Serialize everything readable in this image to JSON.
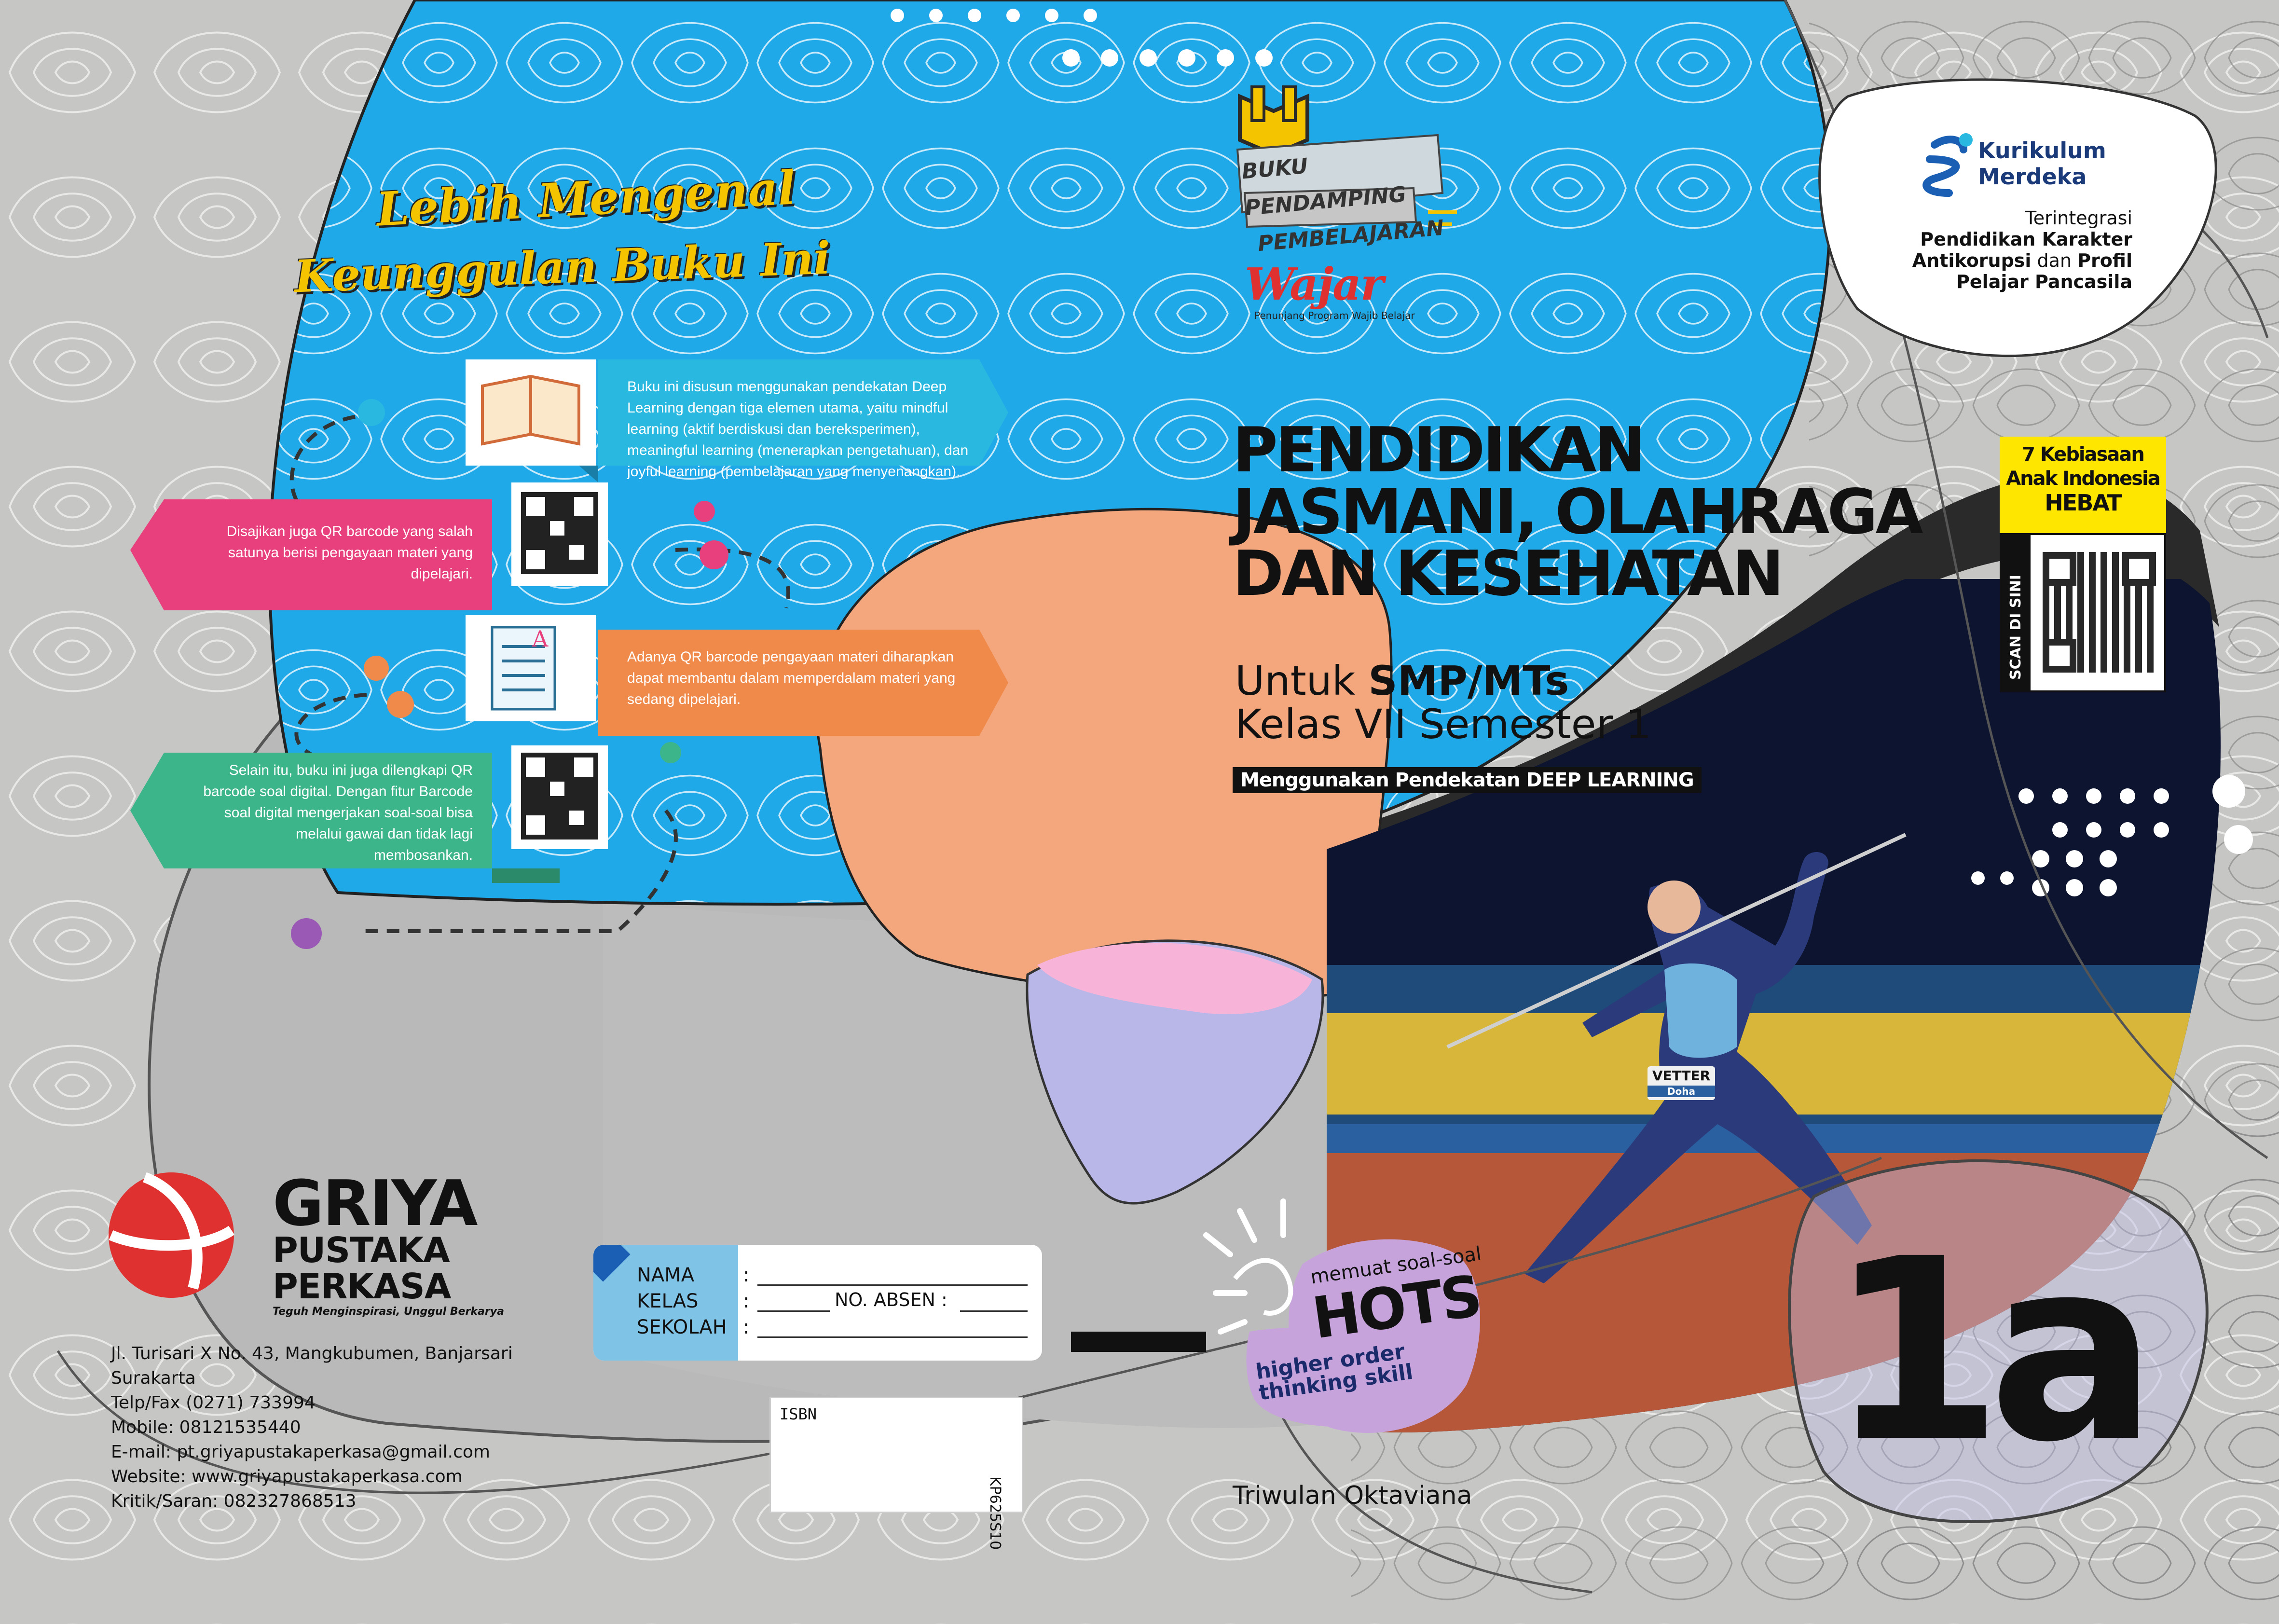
{
  "cover": {
    "script_title_line1": "Lebih Mengenal",
    "script_title_line2": "Keunggulan Buku Ini",
    "features": [
      {
        "text": "Buku ini disusun menggunakan pendekatan Deep Learning dengan tiga elemen utama, yaitu mindful learning (aktif berdiskusi dan bereksperimen), meaningful learning (menerapkan pengetahuan), dan joyful learning (pembelajaran yang menyenangkan)."
      },
      {
        "text": "Disajikan juga QR barcode yang salah satunya berisi pengayaan materi yang dipelajari."
      },
      {
        "text": "Adanya QR barcode pengayaan materi diharapkan dapat membantu dalam memperdalam materi yang sedang dipelajari."
      },
      {
        "text": "Selain itu, buku ini juga dilengkapi QR barcode soal digital. Dengan fitur Barcode soal digital mengerjakan soal-soal bisa melalui gawai dan tidak lagi membosankan."
      }
    ],
    "badge_line1": "BUKU PENDAMPING",
    "badge_line2": "PEMBELAJARAN",
    "wajar_logo": "Wajar",
    "wajar_tagline": "Penunjang Program Wajib Belajar",
    "kurikulum_line1": "Kurikulum",
    "kurikulum_line2": "Merdeka",
    "integrasi_line1": "Terintegrasi",
    "integrasi_line2": "Pendidikan Karakter",
    "integrasi_line3a": "Antikorupsi",
    "integrasi_line3b": " dan ",
    "integrasi_line3c": "Profil",
    "integrasi_line4": "Pelajar Pancasila",
    "title_line1": "PENDIDIKAN",
    "title_line2": "JASMANI, OLAHRAGA",
    "title_line3": "DAN KESEHATAN",
    "sub_untuk": "Untuk ",
    "sub_level": "SMP/MTs",
    "sub_kelas": "Kelas VII Semester 1",
    "approach": "Menggunakan Pendekatan DEEP LEARNING",
    "kebiasaan_line1": "7 Kebiasaan",
    "kebiasaan_line2": "Anak Indonesia",
    "kebiasaan_line3": "HEBAT",
    "scan_label": "SCAN DI SINI",
    "hots_top": "memuat soal-soal",
    "hots_big": "HOTS",
    "hots_sub1": "higher order",
    "hots_sub2": "thinking skill",
    "volume": "1a",
    "author": "Triwulan Oktaviana",
    "athlete_bib": "VETTER",
    "athlete_city": "Doha",
    "publisher_line1": "GRIYA",
    "publisher_line2": "PUSTAKA",
    "publisher_line3": "PERKASA",
    "publisher_tagline": "Teguh Menginspirasi, Unggul Berkarya",
    "address_line1": "Jl. Turisari X No. 43, Mangkubumen, Banjarsari",
    "address_line2": "Surakarta",
    "phone": "Telp/Fax (0271) 733994",
    "mobile": "Mobile: 08121535440",
    "email": "E-mail: pt.griyapustakaperkasa@gmail.com",
    "website": "Website: www.griyapustakaperkasa.com",
    "kritik": "Kritik/Saran: 082327868513",
    "form_nama": "NAMA",
    "form_kelas": "KELAS",
    "form_sekolah": "SEKOLAH",
    "form_absen": "NO. ABSEN :",
    "form_colon": ":",
    "isbn_label": "ISBN",
    "product_code": "KP625S10"
  },
  "colors": {
    "blue": "#1fa9e8",
    "orange": "#f4a67c",
    "pink_feature": "#e8407c",
    "teal_feature": "#3db58b",
    "orange_feature": "#f08a4b",
    "cyan_feature": "#29b8e0",
    "yellow": "#ffe600",
    "red_logo": "#e03131",
    "purple_hots": "#c7a3dc"
  }
}
